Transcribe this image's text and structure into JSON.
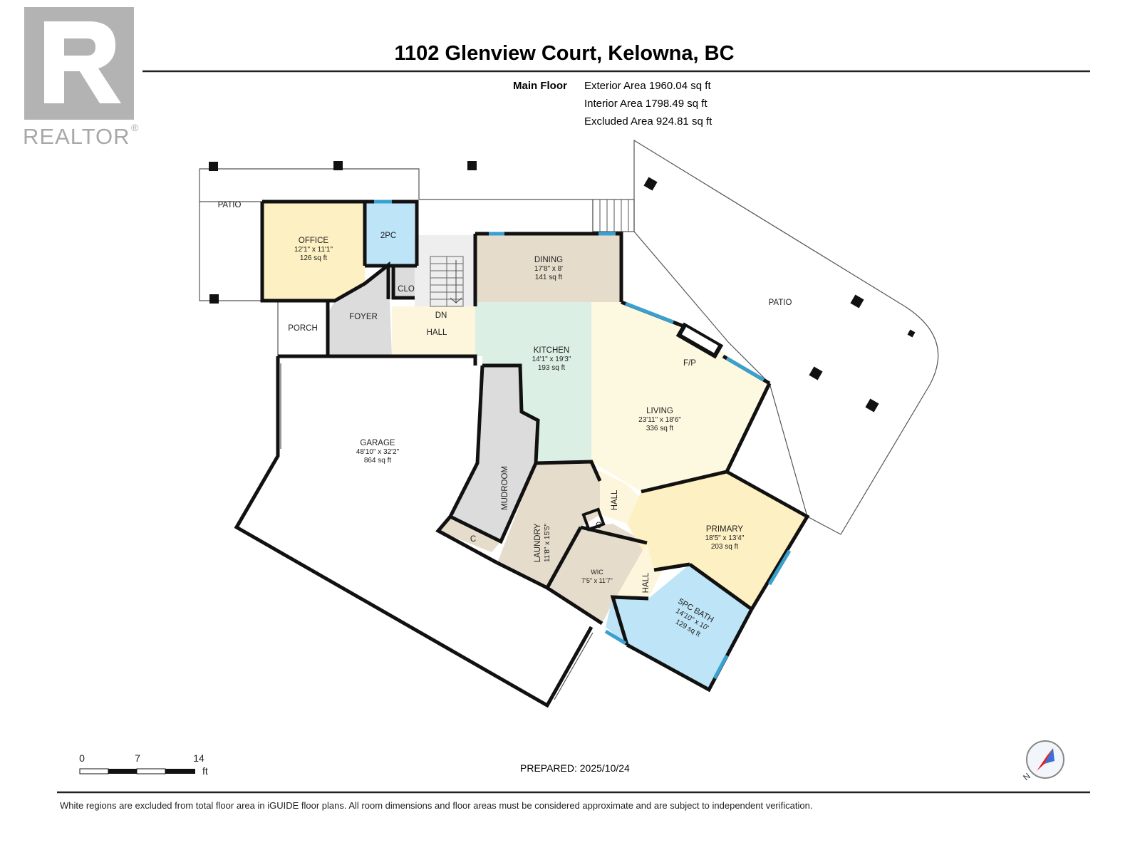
{
  "header": {
    "title": "1102 Glenview Court, Kelowna, BC",
    "floor_label": "Main Floor",
    "exterior_area": "Exterior Area 1960.04 sq ft",
    "interior_area": "Interior Area 1798.49 sq ft",
    "excluded_area": "Excluded Area 924.81 sq ft"
  },
  "logo": {
    "text": "REALTOR",
    "mark": "R"
  },
  "rooms": {
    "office": {
      "name": "OFFICE",
      "dims": "12'1\" x 11'1\"",
      "area": "126 sq ft"
    },
    "pc2": {
      "name": "2PC"
    },
    "clo": {
      "name": "CLO"
    },
    "dining": {
      "name": "DINING",
      "dims": "17'8\" x 8'",
      "area": "141 sq ft"
    },
    "foyer": {
      "name": "FOYER"
    },
    "porch": {
      "name": "PORCH"
    },
    "dn": {
      "name": "DN"
    },
    "hall_main": {
      "name": "HALL"
    },
    "kitchen": {
      "name": "KITCHEN",
      "dims": "14'1\" x 19'3\"",
      "area": "193 sq ft"
    },
    "living": {
      "name": "LIVING",
      "dims": "23'11\" x 18'6\"",
      "area": "336 sq ft"
    },
    "fp": {
      "name": "F/P"
    },
    "garage": {
      "name": "GARAGE",
      "dims": "48'10\" x 32'2\"",
      "area": "864 sq ft"
    },
    "mudroom": {
      "name": "MUDROOM"
    },
    "c_mud": {
      "name": "C"
    },
    "laundry": {
      "name": "LAUNDRY",
      "dims": "11'8\" x 15'5\""
    },
    "hall_a": {
      "name": "HALL"
    },
    "c_small": {
      "name": "C"
    },
    "wic": {
      "name": "WIC",
      "dims": "7'5\" x 11'7\""
    },
    "hall_b": {
      "name": "HALL"
    },
    "primary": {
      "name": "PRIMARY",
      "dims": "18'5\" x 13'4\"",
      "area": "203 sq ft"
    },
    "bath": {
      "name": "5PC BATH",
      "dims": "14'10\" x 10'",
      "area": "129 sq ft"
    },
    "patio_left": {
      "name": "PATIO"
    },
    "patio_right": {
      "name": "PATIO"
    }
  },
  "scale": {
    "t0": "0",
    "t7": "7",
    "t14": "14",
    "unit": "ft"
  },
  "prepared": "PREPARED: 2025/10/24",
  "compass": {
    "label": "N"
  },
  "footer": "White regions are excluded from total floor area in iGUIDE floor plans. All room dimensions and floor areas must be considered approximate and are subject to independent verification.",
  "colors": {
    "office": "#fdf0c2",
    "pc2": "#bde4f7",
    "dining": "#e6dccb",
    "foyer": "#dcdcdc",
    "hall": "#fdf6dc",
    "kitchen": "#dcefe4",
    "living": "#fdf8e0",
    "mudroom": "#dcdcdc",
    "laundry": "#e6dccb",
    "wic": "#e6dccb",
    "primary": "#fdf0c2",
    "bath": "#bde4f7",
    "window": "#3aa0d0",
    "logo": "#b0b0b0",
    "compass_red": "#e02020"
  }
}
